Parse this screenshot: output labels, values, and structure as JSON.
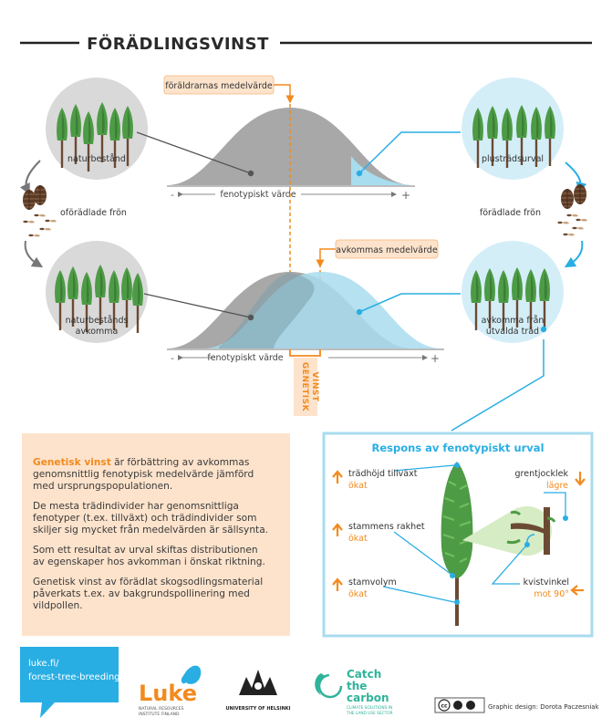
{
  "header": {
    "title": "FÖRÄDLINGSVINST"
  },
  "top": {
    "parent_mean_label": "föräldrarnas medelvärde",
    "axis_label": "fenotypiskt värde",
    "axis_minus": "-",
    "axis_plus": "+",
    "left_circle_label": "naturbestånd",
    "right_circle_label": "plusträdsurval",
    "left_seed_label": "oförädlade frön",
    "right_seed_label": "förädlade frön"
  },
  "bottom": {
    "offspring_mean_label": "avkommas medelvärde",
    "axis_label": "fenotypiskt värde",
    "axis_minus": "-",
    "axis_plus": "+",
    "left_circle_label_1": "naturbestånds",
    "left_circle_label_2": "avkomma",
    "right_circle_label_1": "avkomma från",
    "right_circle_label_2": "utvalda träd",
    "gain_label_1": "GENETISK",
    "gain_label_2": "VINST"
  },
  "info": {
    "p1_highlight": "Genetisk vinst",
    "p1_line1": " är förbättring av avkommas",
    "p1_line2": "genomsnittlig fenotypisk medelvärde jämförd",
    "p1_line3": "med ursprungspopulationen.",
    "p2_line1": "De mesta trädindivider har genomsnittliga",
    "p2_line2": "fenotyper (t.ex. tillväxt) och trädindivider som",
    "p2_line3": "skiljer sig mycket från medelvärden är sällsynta.",
    "p3_line1": "Som ett resultat av urval skiftas distributionen",
    "p3_line2": "av egenskaper hos avkomman i önskat riktning.",
    "p4_line1": "Genetisk vinst av förädlat skogsodlingsmaterial",
    "p4_line2": "påverkats t.ex. av bakgrundspollinering med",
    "p4_line3": "vildpollen."
  },
  "response": {
    "title": "Respons av fenotypiskt urval",
    "traits": [
      {
        "name": "trädhöjd tillväxt",
        "direction": "ökat"
      },
      {
        "name": "stammens rakhet",
        "direction": "ökat"
      },
      {
        "name": "stamvolym",
        "direction": "ökat"
      },
      {
        "name": "grentjocklek",
        "direction": "lägre"
      },
      {
        "name": "kvistvinkel",
        "direction": "mot 90°"
      }
    ]
  },
  "footer": {
    "link_line1": "luke.fi/",
    "link_line2": "forest-tree-breeding",
    "luke_name": "Luke",
    "luke_sub1": "NATURAL RESOURCES",
    "luke_sub2": "INSTITUTE FINLAND",
    "helsinki": "UNIVERSITY OF HELSINKI",
    "ctc_line1": "Catch",
    "ctc_line2": "the",
    "ctc_line3": "carbon",
    "ctc_sub1": "CLIMATE SOLUTIONS IN",
    "ctc_sub2": "THE LAND USE SECTOR",
    "cc_text": "cc",
    "credit": "Graphic design: Dorota Paczesniak"
  },
  "colors": {
    "orange": "#f28a1e",
    "blue": "#29aee4",
    "light_blue": "#a8dcef",
    "grey_curve": "#a8a8a8",
    "circle_grey": "#d9d9d9",
    "peach": "#fde3cc",
    "tree_green": "#4d9b45"
  }
}
